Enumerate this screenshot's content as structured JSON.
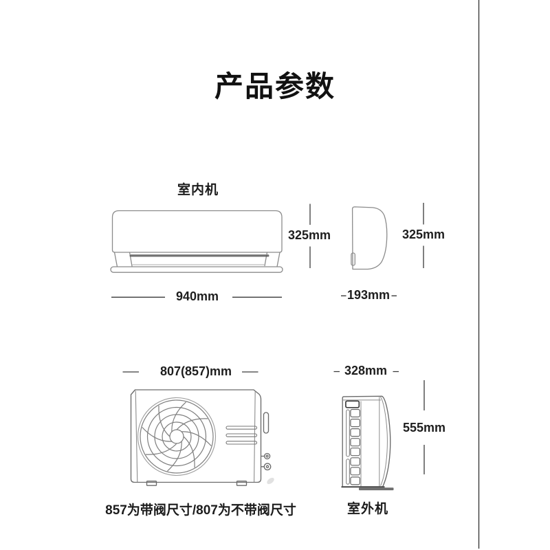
{
  "page": {
    "title": "产品参数",
    "footnote": "857为带阀尺寸/807为不带阀尺寸"
  },
  "indoor_unit": {
    "label": "室内机",
    "front_width": "940mm",
    "front_height": "325mm",
    "side_depth": "193mm",
    "side_height": "325mm"
  },
  "outdoor_unit": {
    "label": "室外机",
    "front_width": "807(857)mm",
    "side_depth": "328mm",
    "side_height": "555mm"
  },
  "colors": {
    "text": "#1c1c1c",
    "dimension_line": "#3a3a3a",
    "drawing_line": "#6a6a6a",
    "page_border": "#3b3b3b",
    "background": "#ffffff"
  }
}
